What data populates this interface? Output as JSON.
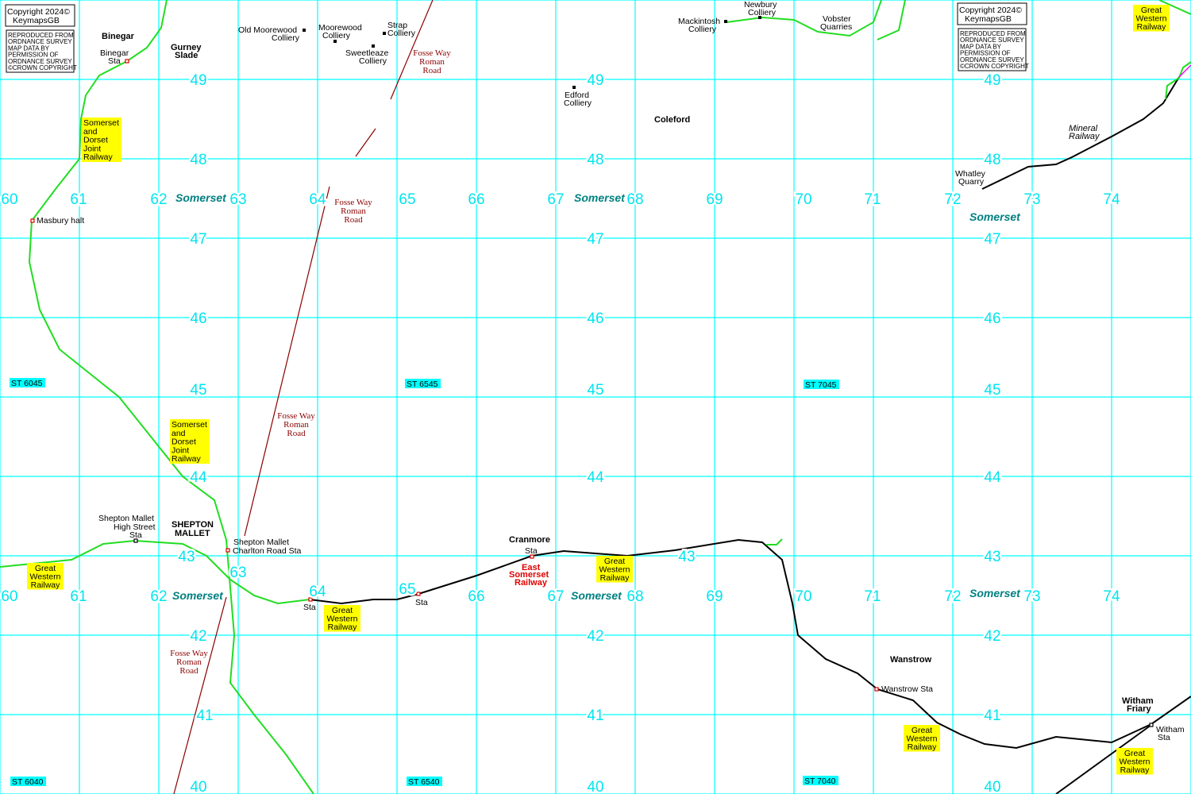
{
  "copyright": {
    "line1": "Copyright 2024©",
    "line2": "KeymapsGB",
    "notice": [
      "REPRODUCED FROM",
      "ORDNANCE SURVEY",
      "MAP DATA BY",
      "PERMISSION OF",
      "ORDNANCE SURVEY",
      "©CROWN COPYRIGHT"
    ]
  },
  "eastings": [
    "60",
    "61",
    "62",
    "63",
    "64",
    "65",
    "66",
    "67",
    "68",
    "69",
    "70",
    "71",
    "72",
    "73",
    "74"
  ],
  "northings": [
    "49",
    "48",
    "47",
    "46",
    "45",
    "44",
    "43",
    "42",
    "41",
    "40"
  ],
  "county": "Somerset",
  "grid_refs": [
    "ST 6045",
    "ST 6545",
    "ST 7045",
    "ST 6040",
    "ST 6540",
    "ST 7040"
  ],
  "places": {
    "binegar": "Binegar",
    "binegar_sta": [
      "Binegar",
      "Sta"
    ],
    "gurney_slade": [
      "Gurney",
      "Slade"
    ],
    "old_moorewood": [
      "Old Moorewood",
      "Colliery"
    ],
    "moorewood": [
      "Moorewood",
      "Colliery"
    ],
    "strap": [
      "Strap",
      "Colliery"
    ],
    "sweetleaze": [
      "Sweetleaze",
      "Colliery"
    ],
    "edford": [
      "Edford",
      "Colliery"
    ],
    "coleford": "Coleford",
    "mackintosh": [
      "Mackintosh",
      "Colliery"
    ],
    "newbury": [
      "Newbury",
      "Colliery"
    ],
    "vobster": [
      "Vobster",
      "Quarries"
    ],
    "whatley": [
      "Whatley",
      "Quarry"
    ],
    "masbury": "Masbury halt",
    "shepton_hs": [
      "Shepton Mallet",
      "High Street",
      "Sta"
    ],
    "shepton": [
      "SHEPTON",
      "MALLET"
    ],
    "shepton_cr": [
      "Shepton Mallet",
      "Charlton Road Sta"
    ],
    "cranmore": "Cranmore",
    "sta": "Sta",
    "wanstrow": "Wanstrow",
    "wanstrow_sta": "Wanstrow Sta",
    "witham_friary": [
      "Witham",
      "Friary"
    ],
    "witham_sta": [
      "Witham",
      "Sta"
    ]
  },
  "railways": {
    "sdjr": [
      "Somerset",
      "and",
      "Dorset",
      "Joint",
      "Railway"
    ],
    "gwr": [
      "Great",
      "Western",
      "Railway"
    ],
    "esr": [
      "East",
      "Somerset",
      "Railway"
    ],
    "mineral": [
      "Mineral",
      "Railway"
    ]
  },
  "fosse_way": [
    "Fosse Way",
    "Roman",
    "Road"
  ]
}
